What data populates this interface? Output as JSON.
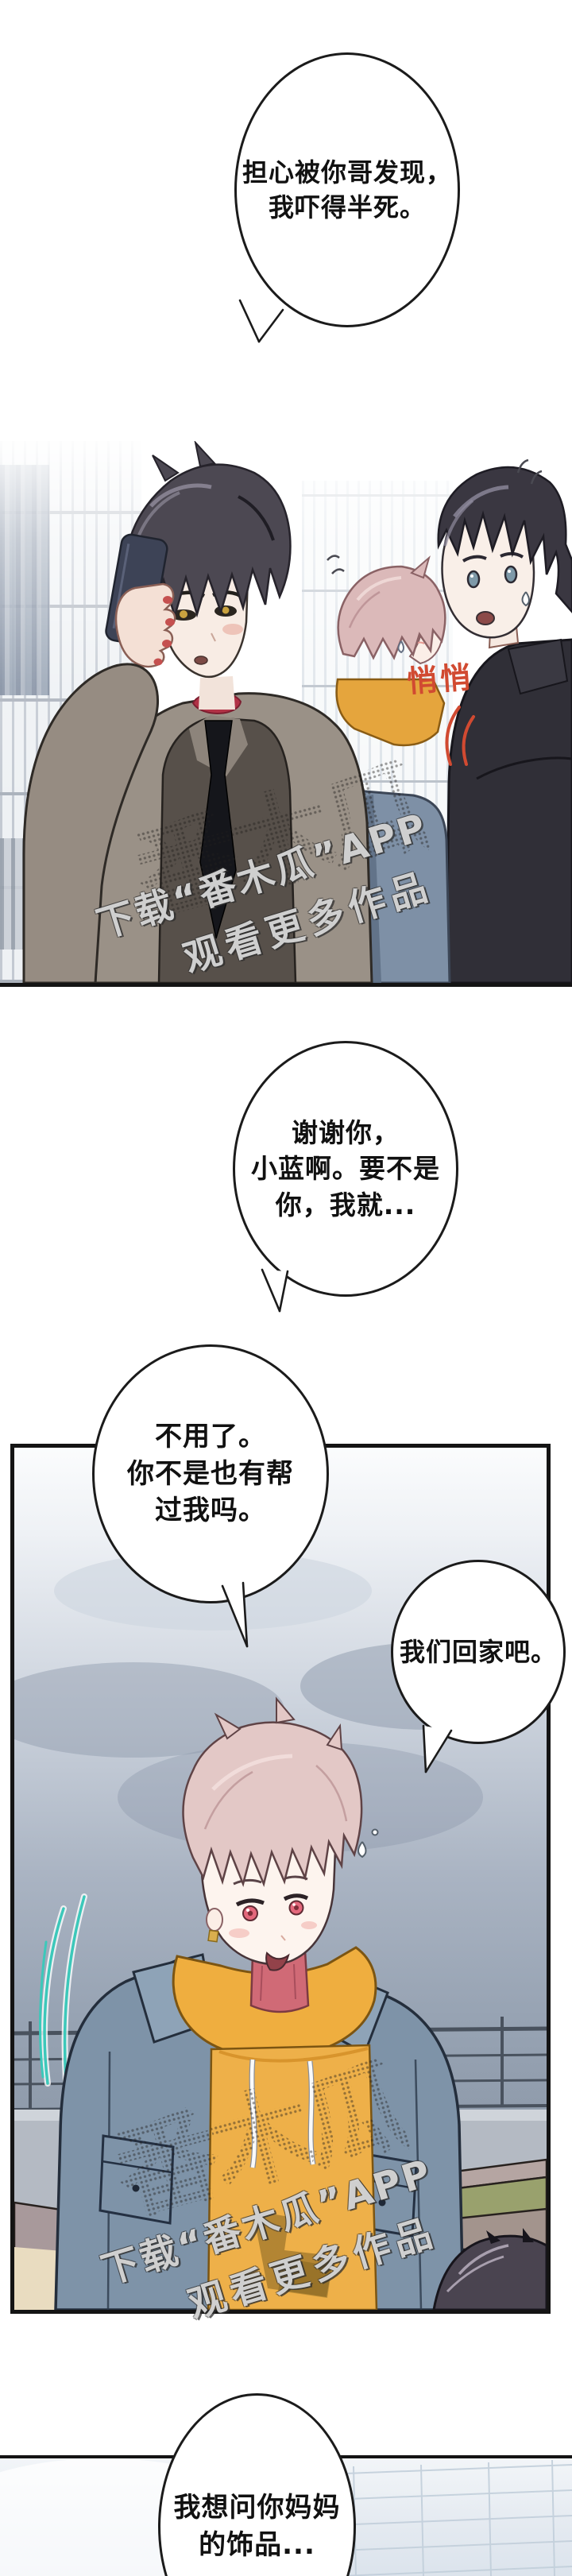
{
  "page": {
    "type": "webtoon-comic-page",
    "background": "#ffffff"
  },
  "bubbles": {
    "b1": {
      "lines": [
        "担心被你哥发现，",
        "我吓得半死。"
      ]
    },
    "b2": {
      "lines": [
        "谢谢你，",
        "小蓝啊。要不是",
        "你，我就..."
      ]
    },
    "b3": {
      "lines": [
        "不用了。",
        "你不是也有帮",
        "过我吗。"
      ]
    },
    "b4": {
      "lines": [
        "我们回家吧。"
      ]
    },
    "b5": {
      "lines": [
        "我想问你妈妈",
        "的饰品..."
      ]
    }
  },
  "sfx": {
    "sneak": "悄悄",
    "color": "#d14a31"
  },
  "watermark": {
    "line1": "下载“番木瓜”APP",
    "line2": "观看更多作品",
    "brand_mark": "番木瓜"
  },
  "colors": {
    "sfx_red": "#d14a31",
    "hoodie_yellow": "#eeb049",
    "denim_blue": "#7e93a8",
    "sky_gray_blue": "#97a3b3",
    "motion_teal": "#3cc8ba",
    "pink_hair": "#e3c8c6",
    "panel_border": "#141414"
  }
}
